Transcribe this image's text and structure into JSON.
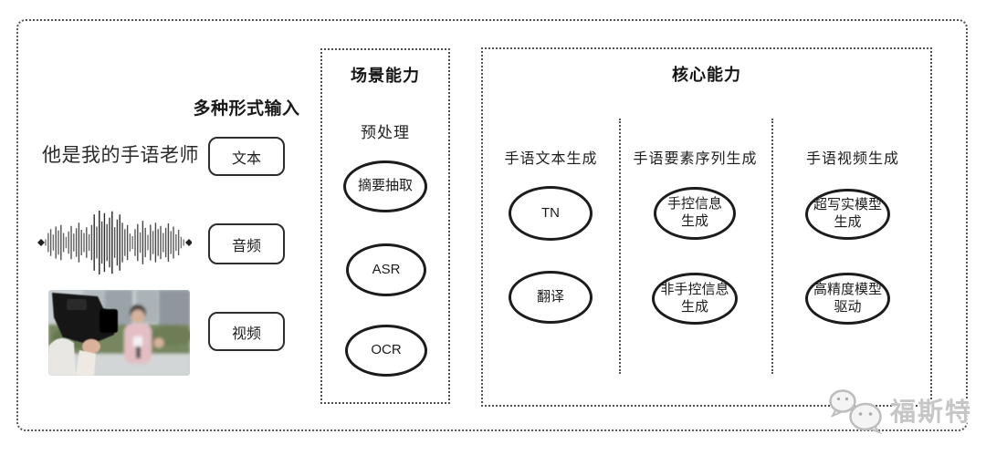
{
  "input_section": {
    "header": "多种形式输入",
    "text_example": "他是我的手语老师",
    "items": [
      {
        "label": "文本"
      },
      {
        "label": "音频"
      },
      {
        "label": "视频"
      }
    ]
  },
  "scene_box": {
    "title": "场景能力",
    "subtitle": "预处理",
    "nodes": [
      {
        "lines": [
          "摘要抽取"
        ]
      },
      {
        "lines": [
          "ASR"
        ]
      },
      {
        "lines": [
          "OCR"
        ]
      }
    ]
  },
  "core_box": {
    "title": "核心能力",
    "columns": [
      {
        "header": "手语文本生成",
        "nodes": [
          {
            "lines": [
              "TN"
            ]
          },
          {
            "lines": [
              "翻译"
            ]
          }
        ]
      },
      {
        "header": "手语要素序列生成",
        "nodes": [
          {
            "lines": [
              "手控信息",
              "生成"
            ]
          },
          {
            "lines": [
              "非手控信息",
              "生成"
            ]
          }
        ]
      },
      {
        "header": "手语视频生成",
        "nodes": [
          {
            "lines": [
              "超写实模型",
              "生成"
            ]
          },
          {
            "lines": [
              "高精度模型",
              "驱动"
            ]
          }
        ]
      }
    ]
  },
  "watermark": {
    "text": "福斯特",
    "icon": "wechat-bubbles-icon"
  },
  "colors": {
    "line": "#2a2a2a",
    "background": "#ffffff",
    "watermark": "#c6c6c6"
  }
}
